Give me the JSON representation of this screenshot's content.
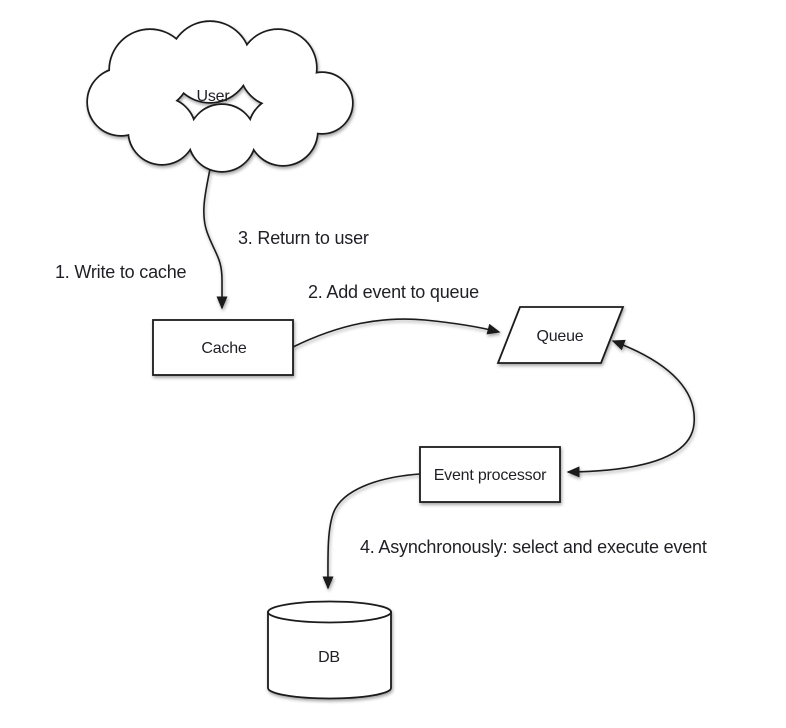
{
  "colors": {
    "background": "#ffffff",
    "stroke": "#1b1b1b",
    "shape_fill": "#ffffff",
    "text": "#1f1f26"
  },
  "nodes": {
    "user": {
      "label": "User",
      "shape": "cloud"
    },
    "cache": {
      "label": "Cache",
      "shape": "rectangle"
    },
    "queue": {
      "label": "Queue",
      "shape": "parallelogram"
    },
    "event_processor": {
      "label": "Event processor",
      "shape": "rectangle"
    },
    "db": {
      "label": "DB",
      "shape": "cylinder"
    }
  },
  "edges": [
    {
      "from": "user",
      "to": "cache",
      "style": "arrow"
    },
    {
      "from": "cache",
      "to": "queue",
      "style": "arrow"
    },
    {
      "from": "queue",
      "to": "event_processor",
      "style": "double-arrow"
    },
    {
      "from": "event_processor",
      "to": "db",
      "style": "arrow"
    }
  ],
  "steps": [
    {
      "text": "1. Write to cache"
    },
    {
      "text": "2. Add event to queue"
    },
    {
      "text": "3. Return to user"
    },
    {
      "text": "4. Asynchronously: select and execute event"
    }
  ]
}
